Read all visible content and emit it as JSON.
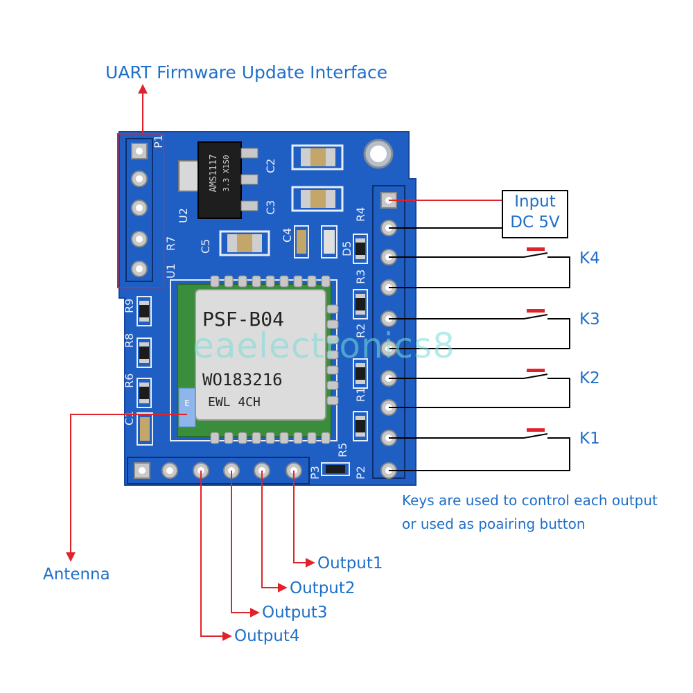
{
  "labels": {
    "uart": "UART Firmware Update Interface",
    "input_line1": "Input",
    "input_line2": "DC 5V",
    "k4": "K4",
    "k3": "K3",
    "k2": "K2",
    "k1": "K1",
    "note_line1": "Keys are used to control each output",
    "note_line2": "or used as poairing button",
    "output1": "Output1",
    "output2": "Output2",
    "output3": "Output3",
    "output4": "Output4",
    "antenna": "Antenna"
  },
  "board": {
    "module_line1": "PSF-B04",
    "module_line2": "WO183216",
    "module_line3": "EWL  4CH",
    "regulator_line1": "AMS1117",
    "regulator_line2": "3.3 X1S0",
    "antenna_mark": "E",
    "silk": {
      "p1": "P1",
      "p2": "P2",
      "p3": "P3",
      "u1": "U1",
      "u2": "U2",
      "c1": "C1",
      "c2": "C2",
      "c3": "C3",
      "c4": "C4",
      "c5": "C5",
      "r1": "R1",
      "r2": "R2",
      "r3": "R3",
      "r4": "R4",
      "r5": "R5",
      "r6": "R6",
      "r7": "R7",
      "r8": "R8",
      "r9": "R9",
      "d5": "D5"
    }
  },
  "watermark": "eaelectronics8",
  "colors": {
    "pcb": "#1f5fc4",
    "label": "#1f6fc8",
    "arrow": "#e0222a",
    "wire": "#000000",
    "watermark": "#78dcd7"
  }
}
